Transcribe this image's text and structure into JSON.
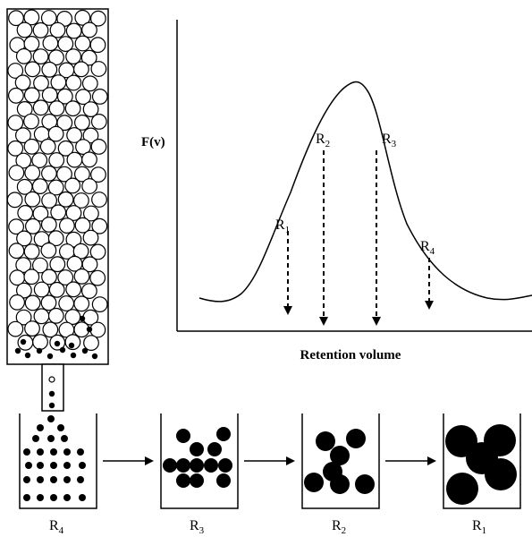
{
  "graph": {
    "ylabel": "F(v)",
    "xlabel": "Retention volume",
    "markers": [
      {
        "letter": "R",
        "sub": "1"
      },
      {
        "letter": "R",
        "sub": "2"
      },
      {
        "letter": "R",
        "sub": "3"
      },
      {
        "letter": "R",
        "sub": "4"
      }
    ]
  },
  "beakers": [
    {
      "letter": "R",
      "sub": "4"
    },
    {
      "letter": "R",
      "sub": "3"
    },
    {
      "letter": "R",
      "sub": "2"
    },
    {
      "letter": "R",
      "sub": "1"
    }
  ],
  "colors": {
    "ink": "#000000",
    "background": "#ffffff"
  }
}
